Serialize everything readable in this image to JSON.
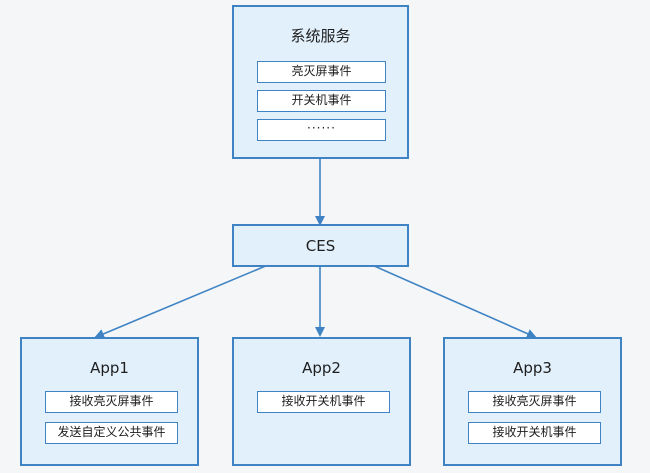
{
  "system_service": {
    "title": "系统服务",
    "items": [
      "亮灭屏事件",
      "开关机事件",
      "······"
    ]
  },
  "ces": {
    "label": "CES"
  },
  "apps": [
    {
      "title": "App1",
      "items": [
        "接收亮灭屏事件",
        "发送自定义公共事件"
      ]
    },
    {
      "title": "App2",
      "items": [
        "接收开关机事件"
      ]
    },
    {
      "title": "App3",
      "items": [
        "接收亮灭屏事件",
        "接收开关机事件"
      ]
    }
  ],
  "colors": {
    "background": "#f5f6f7",
    "box_fill": "#e2f0fb",
    "border": "#3f83c4",
    "arrow": "#3f83c4",
    "item_fill": "#ffffff",
    "text": "#1e1e1e"
  }
}
